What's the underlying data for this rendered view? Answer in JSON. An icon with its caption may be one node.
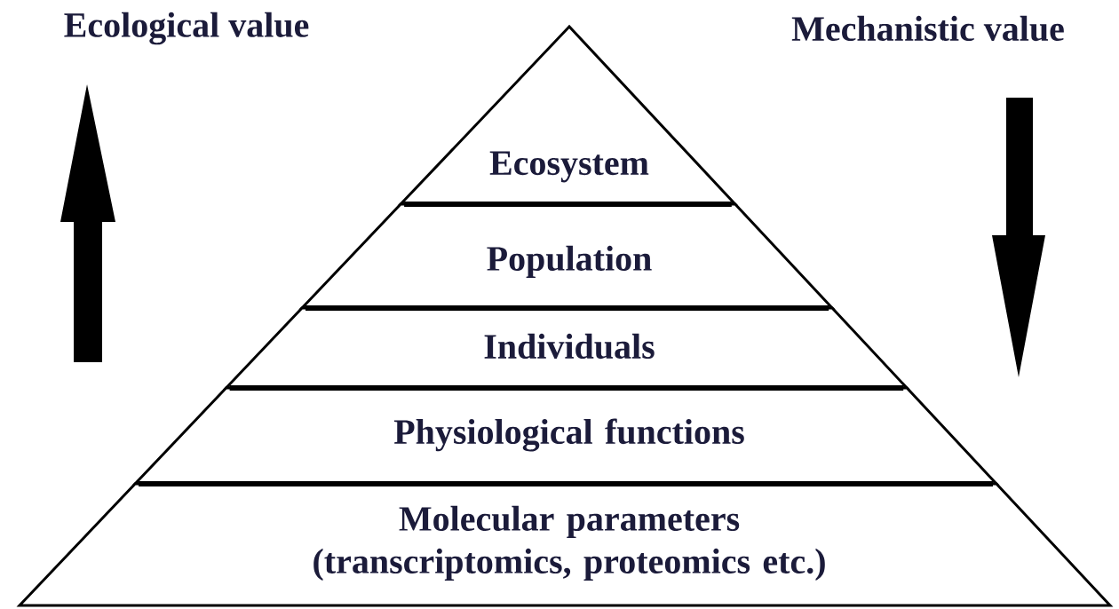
{
  "diagram": {
    "nodes": [
      {
        "text": [
          "Ecosystem"
        ]
      },
      {
        "text": [
          "Population"
        ]
      },
      {
        "text": [
          "Individuals"
        ]
      },
      {
        "text": [
          "Physiological functions"
        ]
      },
      {
        "text": [
          "Molecular parameters (transcriptomics, proteomics etc.)"
        ]
      }
    ],
    "labels": [
      "Ecological value",
      "Mechanistic value"
    ]
  }
}
